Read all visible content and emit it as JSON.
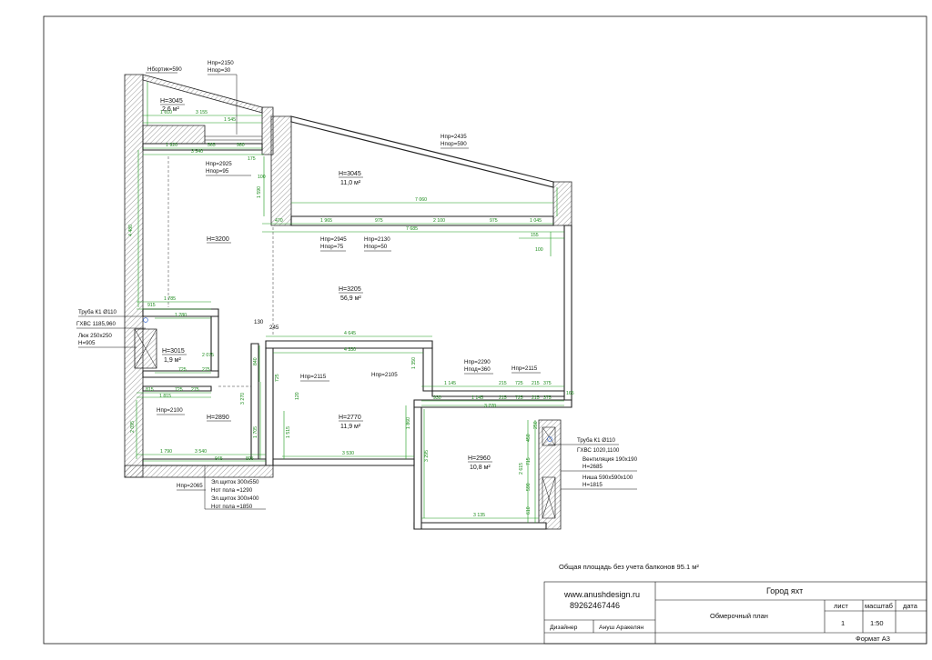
{
  "heights": {
    "h_bort": "Hбортик=590",
    "h_top_a": "Hпр=2150",
    "h_top_b": "Hпор=30",
    "balcony_h": "H=3045",
    "balcony_area": "2,6 м²",
    "kitchen_h": "H=3200",
    "big_bal_h": "H=3045",
    "big_bal_area": "11,0 м²",
    "door_a1": "Hпр=2925",
    "door_a2": "Hпор=95",
    "bal_slope1": "Hпр=2435",
    "bal_slope2": "Hпор=590",
    "door_b1": "Hпр=2945",
    "door_b2": "Hпор=75",
    "door_c1": "Hпр=2130",
    "door_c2": "Hпор=50",
    "living_h": "H=3205",
    "living_area": "56,9 м²",
    "bath_h": "H=3015",
    "bath_area": "1,9 м²",
    "room_a_h": "H=2890",
    "room_a_door": "Hпр=2100",
    "room_b_h": "H=2770",
    "room_b_area": "11,9 м²",
    "room_b_door": "Hпр=2115",
    "room_b_door2": "Hпр=2105",
    "room_c_h": "H=2960",
    "room_c_area": "10,8 м²",
    "door_d1": "Hпр=2290",
    "door_d2": "Hпод=360",
    "door_e": "Hпр=2115",
    "door_f": "Hпр=2065"
  },
  "notes": {
    "pipe_left": "Труба К1 Ø110",
    "water_left": "ГХВС 1185,960",
    "hatch_left1": "Люк 250х250",
    "hatch_left2": "H=905",
    "pipe_right": "Труба К1 Ø110",
    "water_right": "ГХВС 1020,1100",
    "vent1": "Вентиляция 190х190",
    "vent2": "H=2685",
    "niche1": "Ниша 590х590х100",
    "niche2": "H=1815",
    "el1": "Эл.щиток 300х550",
    "el2": "Hот пола =1290",
    "el3": "Эл.щиток 300х400",
    "el4": "Hот пола =1850",
    "marker": "130",
    "marker2": "245"
  },
  "dims": {
    "d1": "1 610",
    "d2": "3 155",
    "d3": "1 545",
    "d4": "565",
    "d5": "980",
    "d6": "1 920",
    "d7": "3 540",
    "d8": "175",
    "d9": "100",
    "d10": "7 060",
    "d11": "470",
    "d12": "1 965",
    "d13": "975",
    "d14": "2 100",
    "d15": "975",
    "d16": "1 045",
    "d17": "7 685",
    "d18": "155",
    "d19": "100",
    "d20": "1 785",
    "d21": "915",
    "d22": "1 280",
    "d23": "2 075",
    "d24": "725",
    "d25": "275",
    "d26": "815",
    "d27": "1 815",
    "d28": "725",
    "d29": "275",
    "d30": "4 645",
    "d31": "4 330",
    "d32": "1 145",
    "d33": "215",
    "d34": "725",
    "d35": "215",
    "d36": "375",
    "d37": "930",
    "d38": "1 145",
    "d39": "215",
    "d40": "725",
    "d41": "215",
    "d42": "375",
    "d43": "3 770",
    "d44": "1 790",
    "d45": "3 540",
    "d46": "945",
    "d47": "805",
    "d48": "3 530",
    "d49": "3 135",
    "d50": "4 480",
    "d51": "1 590",
    "d52": "3 270",
    "d53": "1 515",
    "d54": "1 860",
    "d55": "3 295",
    "d56": "2 615",
    "d57": "590",
    "d58": "610",
    "d59": "1 705",
    "d60": "2 095",
    "d61": "165",
    "d62": "715",
    "d63": "450",
    "d64": "250",
    "d65": "1 350",
    "d66": "840",
    "d67": "725",
    "d68": "120"
  },
  "footer": {
    "total_area": "Общая площадь без учета балконов 95.1 м²"
  },
  "title_block": {
    "site": "www.anushdesign.ru",
    "phone": "89262467446",
    "role": "Дизайнер",
    "designer": "Ануш Аракелян",
    "project": "Город яхт",
    "sheet_name": "Обмерочный план",
    "col_sheet": "лист",
    "col_scale": "масштаб",
    "col_date": "дата",
    "sheet_no": "1",
    "scale": "1:50",
    "format": "Формат А3"
  }
}
